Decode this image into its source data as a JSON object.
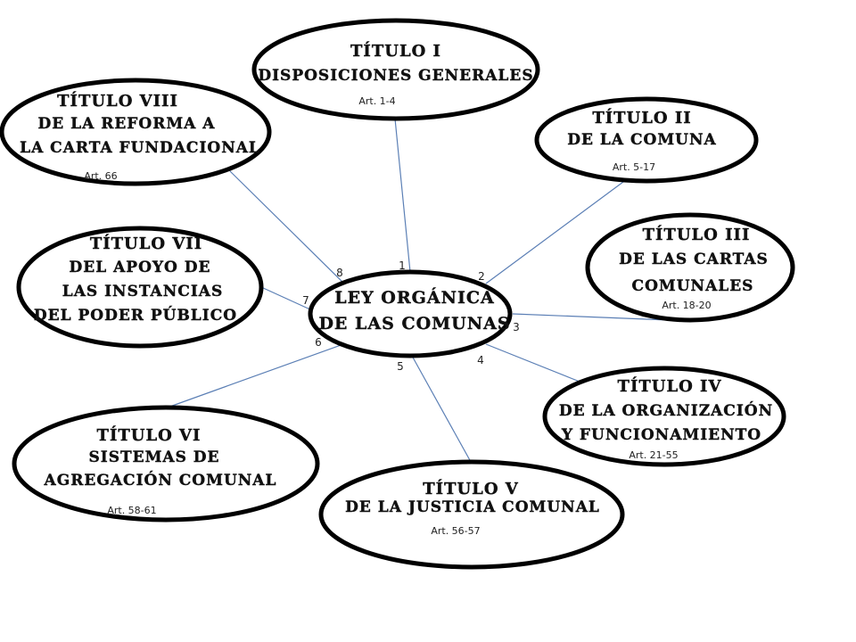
{
  "center": {
    "lines": [
      "LEY ORGÁNICA",
      "DE LAS COMUNAS"
    ]
  },
  "titles": [
    {
      "id": "titulo-1",
      "lines": [
        "TÍTULO I",
        "DISPOSICIONES GENERALES"
      ],
      "articles": "Art. 1-4"
    },
    {
      "id": "titulo-2",
      "lines": [
        "TÍTULO II",
        "DE LA COMUNA"
      ],
      "articles": "Art. 5-17"
    },
    {
      "id": "titulo-3",
      "lines": [
        "TÍTULO III",
        "DE LAS CARTAS",
        "COMUNALES"
      ],
      "articles": "Art. 18-20"
    },
    {
      "id": "titulo-4",
      "lines": [
        "TÍTULO IV",
        "DE LA ORGANIZACIÓN",
        "Y FUNCIONAMIENTO"
      ],
      "articles": "Art. 21-55"
    },
    {
      "id": "titulo-5",
      "lines": [
        "TÍTULO V",
        "DE LA JUSTICIA COMUNAL"
      ],
      "articles": "Art. 56-57"
    },
    {
      "id": "titulo-6",
      "lines": [
        "TÍTULO VI",
        "SISTEMAS DE",
        "AGREGACIÓN COMUNAL"
      ],
      "articles": "Art. 58-61"
    },
    {
      "id": "titulo-7",
      "lines": [
        "TÍTULO VII",
        "DEL APOYO DE",
        "LAS INSTANCIAS",
        "DEL PODER PÚBLICO"
      ],
      "articles": ""
    },
    {
      "id": "titulo-8",
      "lines": [
        "TÍTULO VIII",
        "DE LA REFORMA A",
        "LA CARTA FUNDACIONAL"
      ],
      "articles": "Art. 66"
    }
  ],
  "connector_numbers": [
    "1",
    "2",
    "3",
    "4",
    "5",
    "6",
    "7",
    "8"
  ]
}
